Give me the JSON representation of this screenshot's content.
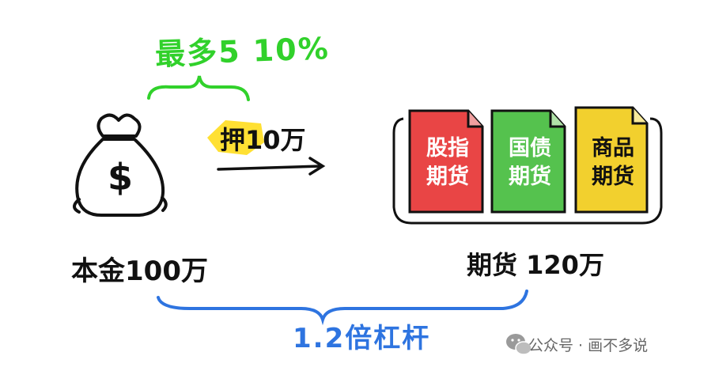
{
  "labels": {
    "max": "最多5 10%",
    "pledge": "押10万",
    "principal": "本金100万",
    "futures": "期货 120万",
    "leverage": "1.2倍杠杆"
  },
  "cards": [
    {
      "line1": "股指",
      "line2": "期货",
      "color": "#e94545"
    },
    {
      "line1": "国债",
      "line2": "期货",
      "color": "#55c24e"
    },
    {
      "line1": "商品",
      "line2": "期货",
      "color": "#f2d02e"
    }
  ],
  "watermark": {
    "text": "公众号 · 画不多说",
    "icon": "wechat-icon"
  },
  "colors": {
    "green_brace": "#31d12b",
    "blue_brace": "#2e74e0",
    "highlight": "#ffe033"
  },
  "icons": {
    "money_bag": "money-bag-icon",
    "arrow": "arrow-right-icon"
  }
}
